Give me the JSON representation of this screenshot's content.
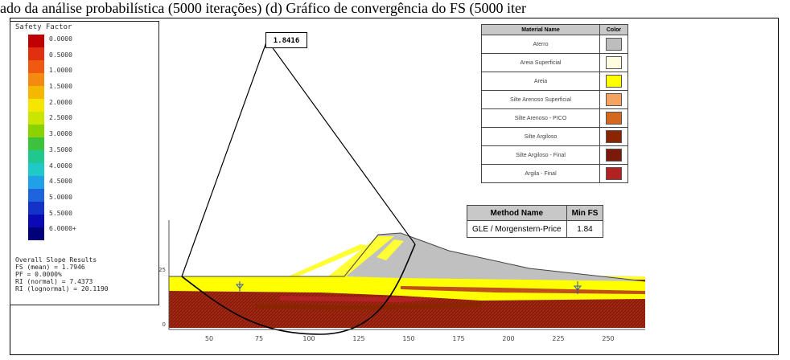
{
  "caption": "ado da análise probabilística (5000 iterações) (d) Gráfico de convergência do FS (5000 iter",
  "legend": {
    "title": "Safety Factor",
    "ticks": [
      "0.0000",
      "0.5000",
      "1.0000",
      "1.5000",
      "2.0000",
      "2.5000",
      "3.0000",
      "3.5000",
      "4.0000",
      "4.5000",
      "5.0000",
      "5.5000",
      "6.0000+"
    ],
    "colors": [
      "#c00000",
      "#e03010",
      "#f05a10",
      "#f58a10",
      "#f5b800",
      "#f5e600",
      "#c8e600",
      "#8ad200",
      "#3cc23c",
      "#20c890",
      "#20c8c8",
      "#20a0e6",
      "#1e64dc",
      "#1432c8",
      "#0a0ab4",
      "#00007a"
    ]
  },
  "results": {
    "title": "Overall Slope Results",
    "lines": [
      "FS (mean) = 1.7946",
      "PF = 0.0000%",
      "RI    (normal) = 7.4373",
      "RI (lognormal) = 20.1190"
    ]
  },
  "slip_fs": "1.8416",
  "materials": {
    "header_name": "Material Name",
    "header_color": "Color",
    "rows": [
      {
        "name": "Aterro",
        "color": "#bdbdbd"
      },
      {
        "name": "Areia Superficial",
        "color": "#fffce0"
      },
      {
        "name": "Areia",
        "color": "#ffff00"
      },
      {
        "name": "Silte Arenoso Superficial",
        "color": "#f4a460"
      },
      {
        "name": "Silte Arenoso - PICO",
        "color": "#d2691e"
      },
      {
        "name": "Silte Argiloso",
        "color": "#8b2500"
      },
      {
        "name": "Silte Argiloso - Final",
        "color": "#7a1a0a"
      },
      {
        "name": "Argila - Final",
        "color": "#b22222"
      }
    ]
  },
  "method": {
    "header_name": "Method Name",
    "header_fs": "Min FS",
    "name": "GLE / Morgenstern-Price",
    "fs": "1.84"
  },
  "axis": {
    "x_ticks": [
      "50",
      "75",
      "100",
      "125",
      "150",
      "175",
      "200",
      "225",
      "250"
    ],
    "y_ticks": [
      "25",
      "0"
    ]
  }
}
